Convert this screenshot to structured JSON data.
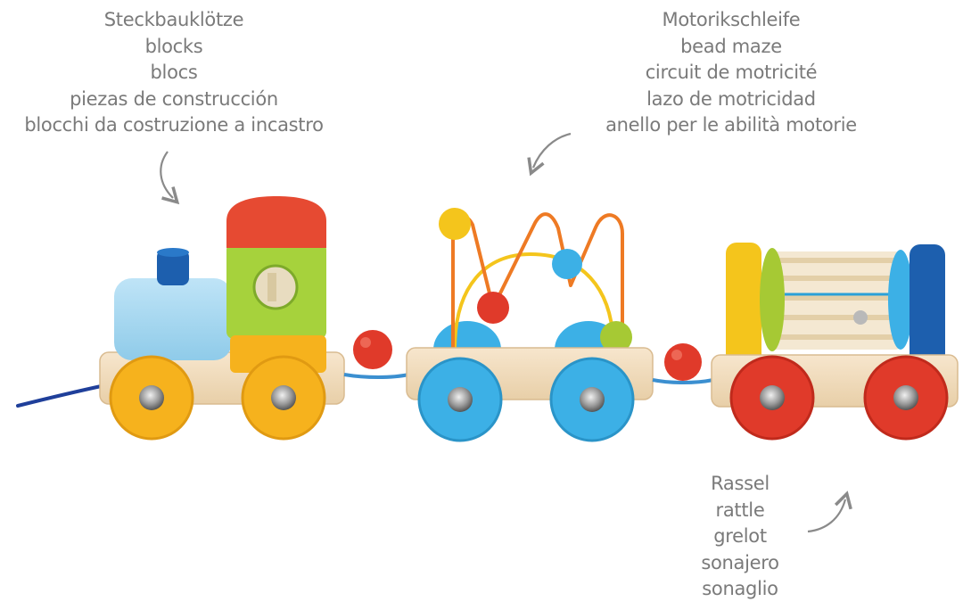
{
  "labels": {
    "blocks": [
      "Steckbauklötze",
      "blocks",
      "blocs",
      "piezas de construcción",
      "blocchi da costruzione a incastro"
    ],
    "bead_maze": [
      "Motorikschleife",
      "bead maze",
      "circuit de motricité",
      "lazo de motricidad",
      "anello per le abilità motorie"
    ],
    "rattle": [
      "Rassel",
      "rattle",
      "grelot",
      "sonajero",
      "sonaglio"
    ]
  },
  "colors": {
    "label_text": "#7a7a7a",
    "wood": "#f2dcbf",
    "yellow_wheel": "#f6b21d",
    "blue_wheel": "#3cb0e6",
    "red_wheel": "#e03a2a",
    "cord": "#1f3f9a"
  }
}
